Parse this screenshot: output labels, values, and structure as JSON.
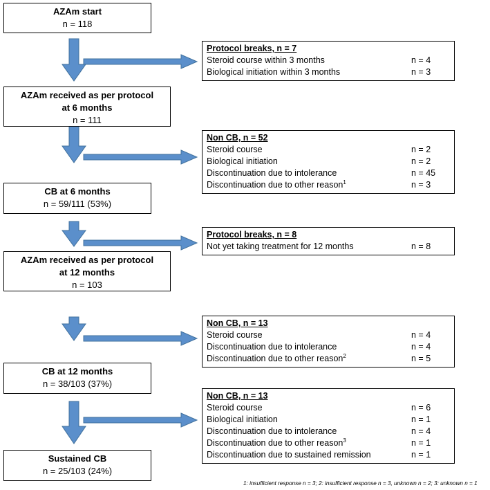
{
  "main_boxes": [
    {
      "title": "AZAm start",
      "count": "n = 118"
    },
    {
      "title_line1": "AZAm received as per protocol",
      "title_line2": "at 6 months",
      "count": "n = 111"
    },
    {
      "title": "CB at 6 months",
      "count": "n = 59/111 (53%)"
    },
    {
      "title_line1": "AZAm received as per protocol",
      "title_line2": "at 12 months",
      "count": "n = 103"
    },
    {
      "title": "CB at 12 months",
      "count": "n = 38/103 (37%)"
    },
    {
      "title": "Sustained CB",
      "count": "n = 25/103 (24%)"
    }
  ],
  "side_boxes": [
    {
      "header": "Protocol breaks, n = 7",
      "rows": [
        {
          "label": "Steroid course within 3 months",
          "value": "n = 4"
        },
        {
          "label": "Biological initiation within 3 months",
          "value": "n = 3"
        }
      ]
    },
    {
      "header": "Non CB, n = 52",
      "rows": [
        {
          "label": "Steroid course",
          "value": "n = 2"
        },
        {
          "label": "Biological initiation",
          "value": "n = 2"
        },
        {
          "label": "Discontinuation due to intolerance",
          "value": "n = 45"
        },
        {
          "label": "Discontinuation due to other reason",
          "sup": "1",
          "value": "n = 3"
        }
      ]
    },
    {
      "header": "Protocol breaks, n = 8",
      "rows": [
        {
          "label": "Not yet taking treatment for 12 months",
          "value": "n = 8"
        }
      ]
    },
    {
      "header": "Non CB, n = 13",
      "rows": [
        {
          "label": "Steroid course",
          "value": "n = 4"
        },
        {
          "label": "Discontinuation due to intolerance",
          "value": "n = 4"
        },
        {
          "label": "Discontinuation due to other reason",
          "sup": "2",
          "value": "n = 5"
        }
      ]
    },
    {
      "header": "Non CB, n = 13",
      "rows": [
        {
          "label": "Steroid course",
          "value": "n = 6"
        },
        {
          "label": "Biological initiation",
          "value": "n = 1"
        },
        {
          "label": "Discontinuation due to intolerance",
          "value": "n = 4"
        },
        {
          "label": "Discontinuation due to other reason",
          "sup": "3",
          "value": "n = 1"
        },
        {
          "label": "Discontinuation due to sustained remission",
          "value": "n = 1"
        }
      ]
    }
  ],
  "footnote": "1: insufficient response n = 3; 2: insufficient response n = 3, unknown n = 2; 3: unknown n = 1",
  "colors": {
    "arrow_fill": "#5b8fcb",
    "arrow_stroke": "#41719c"
  }
}
